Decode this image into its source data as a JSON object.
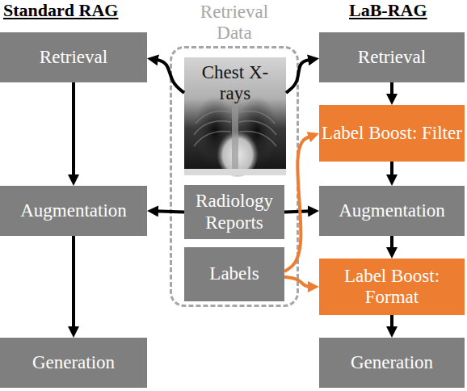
{
  "diagram": {
    "nodes": [
      {
        "text": [
          "Retrieval"
        ]
      },
      {
        "text": [
          "Retrieval Data"
        ]
      },
      {
        "text": [
          "Chest X-rays"
        ],
        "in": 1
      },
      {
        "text": [
          "Radiology Reports"
        ],
        "in": 1
      },
      {
        "text": [
          "Labels"
        ],
        "in": 1
      },
      {
        "text": [
          "Retrieval"
        ]
      },
      {
        "text": [
          "Label Boost: Filter"
        ]
      },
      {
        "text": [
          "Augmentation"
        ]
      },
      {
        "text": [
          "Augmentation"
        ]
      },
      {
        "text": [
          "Label Boost: Format"
        ]
      },
      {
        "text": [
          "Generation"
        ]
      },
      {
        "text": [
          "Generation"
        ]
      }
    ],
    "edges": [
      {
        "from": 2,
        "to": 0,
        "arrow": "to"
      },
      {
        "from": 2,
        "to": 5,
        "arrow": "to"
      },
      {
        "from": 0,
        "to": 7,
        "arrow": "to"
      },
      {
        "from": 3,
        "to": 7,
        "arrow": "to"
      },
      {
        "from": 3,
        "to": 8,
        "arrow": "to"
      },
      {
        "from": 5,
        "to": 6,
        "arrow": "to"
      },
      {
        "from": 4,
        "to": 6,
        "arrow": "to"
      },
      {
        "from": 6,
        "to": 8,
        "arrow": "to"
      },
      {
        "from": 4,
        "to": 9,
        "arrow": "to"
      },
      {
        "from": 8,
        "to": 9,
        "arrow": "to"
      },
      {
        "from": 7,
        "to": 10,
        "arrow": "to"
      },
      {
        "from": 9,
        "to": 11,
        "arrow": "to"
      }
    ],
    "labels": [
      "Standard RAG",
      "LaB-RAG"
    ]
  }
}
